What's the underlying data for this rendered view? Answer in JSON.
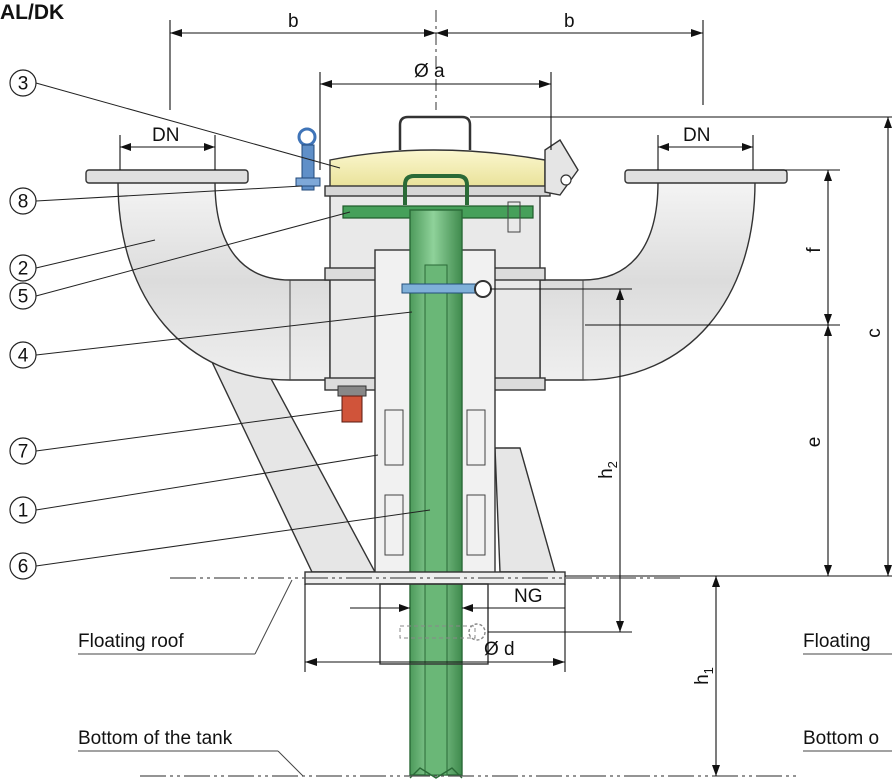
{
  "title": "AL/DK",
  "callouts": [
    "3",
    "8",
    "2",
    "5",
    "4",
    "7",
    "1",
    "6"
  ],
  "dimensions": {
    "b_left": "b",
    "b_right": "b",
    "dia_a": "Ø a",
    "dn_left": "DN",
    "dn_right": "DN",
    "f": "f",
    "c": "c",
    "e": "e",
    "h2": "h",
    "h2_sub": "2",
    "h1": "h",
    "h1_sub": "1",
    "ng": "NG",
    "dia_d": "Ø d"
  },
  "labels": {
    "floating_roof_left": "Floating roof",
    "floating_roof_right": "Floating",
    "bottom_left": "Bottom of the tank",
    "bottom_right": "Bottom o"
  },
  "colors": {
    "pipe_green": "#7dc48a",
    "cover_yellow": "#f3eeb0",
    "body_grey": "#ececec",
    "dark_green": "#2f7a3c"
  }
}
